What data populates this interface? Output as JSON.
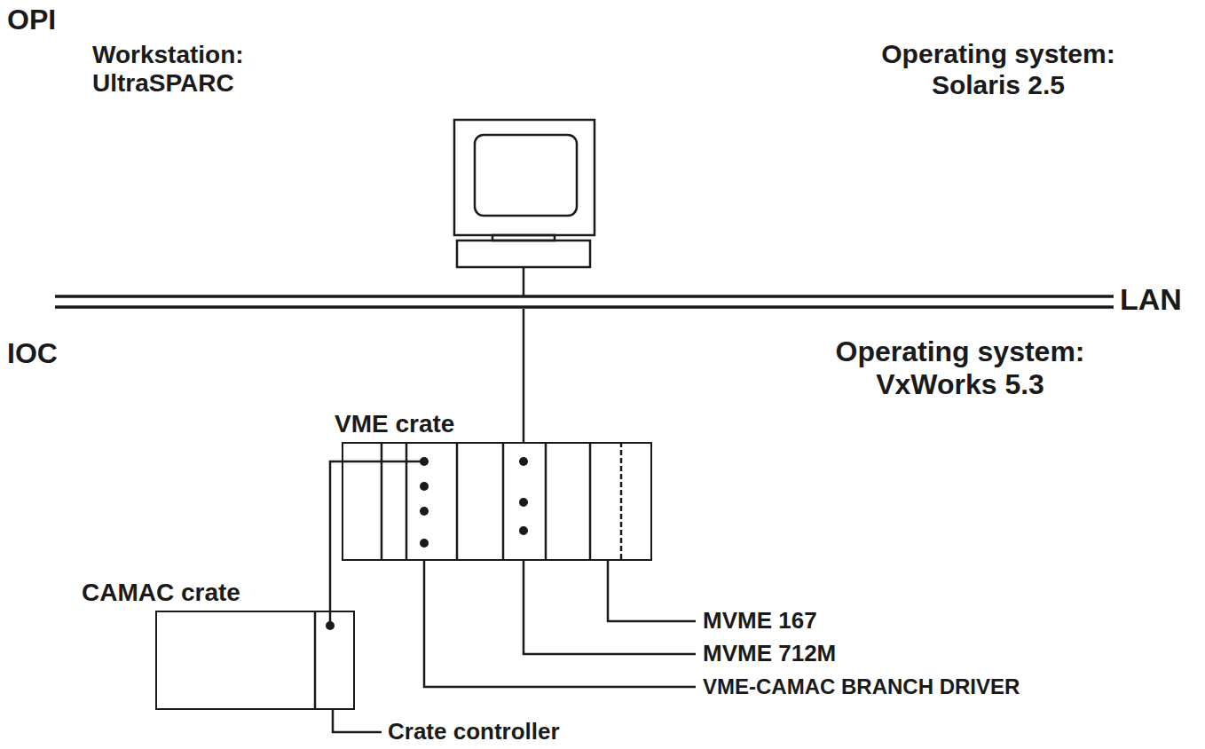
{
  "diagram": {
    "nodes": [
      {
        "text": [
          "VME crate"
        ]
      },
      {
        "text": [
          "CAMAC crate"
        ]
      }
    ],
    "edges": [
      {
        "from": 0,
        "to": 1,
        "arrow": "none"
      }
    ],
    "labels": [
      "OPI",
      "Workstation: UltraSPARC",
      "Operating system: Solaris 2.5",
      "LAN",
      "IOC",
      "Operating system: VxWorks 5.3",
      "MVME 167",
      "MVME 712M",
      "VME-CAMAC BRANCH DRIVER",
      "Crate controller"
    ]
  }
}
